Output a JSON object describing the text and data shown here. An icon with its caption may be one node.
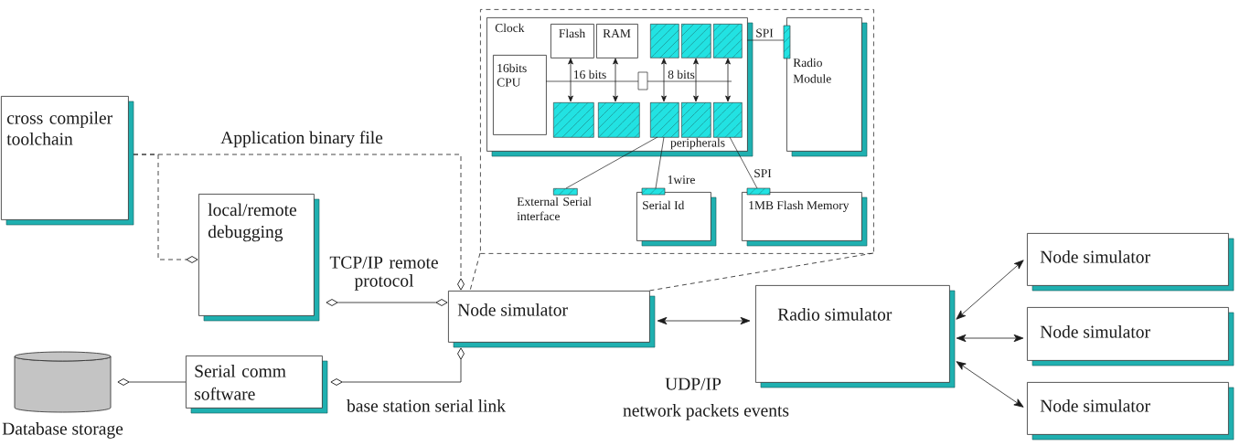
{
  "diagram": {
    "nodes": [
      {
        "text": [],
        "shape": "box"
      },
      {
        "text": [
          "Clock",
          "peripherals"
        ],
        "in": 0
      },
      {
        "text": [
          "Flash"
        ],
        "in": 1
      },
      {
        "text": [
          "RAM"
        ],
        "in": 1
      },
      {
        "text": [],
        "shape": "box",
        "in": 1
      },
      {
        "text": [],
        "shape": "box",
        "in": 1
      },
      {
        "text": [],
        "shape": "box",
        "in": 1
      },
      {
        "text": [
          "16bits CPU"
        ],
        "in": 1
      },
      {
        "text": [],
        "shape": "box",
        "in": 1
      },
      {
        "text": [],
        "shape": "box",
        "in": 1
      },
      {
        "text": [],
        "shape": "box",
        "in": 1
      },
      {
        "text": [],
        "shape": "box",
        "in": 1
      },
      {
        "text": [],
        "shape": "box",
        "in": 1
      },
      {
        "text": [
          "Radio Module"
        ],
        "in": 0
      },
      {
        "text": [],
        "shape": "bar",
        "beside": [
          "External Serial interface"
        ],
        "in": 0
      },
      {
        "text": [
          "Serial Id"
        ],
        "in": 0
      },
      {
        "text": [
          "1MB Flash Memory"
        ],
        "in": 0
      },
      {
        "text": [
          "cross compiler toolchain"
        ]
      },
      {
        "text": [
          "local/remote debugging"
        ]
      },
      {
        "text": [
          "Node simulator"
        ]
      },
      {
        "text": [
          "Radio simulator"
        ]
      },
      {
        "text": [
          "Node simulator"
        ]
      },
      {
        "text": [
          "Node simulator"
        ]
      },
      {
        "text": [
          "Node simulator"
        ]
      },
      {
        "text": [],
        "shape": "cylinder",
        "beside": [
          "Database storage"
        ]
      },
      {
        "text": [
          "Serial comm software"
        ]
      }
    ],
    "edges": [
      {
        "from": 2,
        "to": 8,
        "arrow": "both"
      },
      {
        "from": 3,
        "to": 9,
        "arrow": "both"
      },
      {
        "from": 4,
        "to": 10,
        "arrow": "both"
      },
      {
        "from": 5,
        "to": 11,
        "arrow": "both"
      },
      {
        "from": 6,
        "to": 12,
        "arrow": "both"
      },
      {
        "from": 7,
        "to": null,
        "arrow": "none"
      },
      {
        "from": 1,
        "to": 13,
        "arrow": "none",
        "label": "SPI"
      },
      {
        "from": 10,
        "to": 14,
        "arrow": "none"
      },
      {
        "from": 10,
        "to": 15,
        "arrow": "none",
        "label": "1wire"
      },
      {
        "from": 12,
        "to": 16,
        "arrow": "none",
        "label": "SPI"
      },
      {
        "from": 0,
        "to": 19,
        "arrow": "none",
        "style": "dashed"
      },
      {
        "from": 0,
        "to": 19,
        "arrow": "none",
        "style": "dashed"
      },
      {
        "from": 17,
        "to": 19,
        "arrow": "other",
        "style": "dashed",
        "label": "Application binary file"
      },
      {
        "from": 17,
        "to": 18,
        "arrow": "other",
        "style": "dashed"
      },
      {
        "from": 18,
        "to": 19,
        "arrow": "other",
        "label": "TCP/IP remote protocol"
      },
      {
        "from": 19,
        "to": 25,
        "arrow": "other",
        "label": "base station serial link"
      },
      {
        "from": 25,
        "to": 24,
        "arrow": "other"
      },
      {
        "from": 19,
        "to": 20,
        "arrow": "both"
      },
      {
        "from": 20,
        "to": 21,
        "arrow": "both"
      },
      {
        "from": 20,
        "to": 22,
        "arrow": "both"
      },
      {
        "from": 20,
        "to": 23,
        "arrow": "both"
      }
    ],
    "labels": [
      "16 bits",
      "8 bits",
      "UDP/IP",
      "network packets events"
    ]
  }
}
